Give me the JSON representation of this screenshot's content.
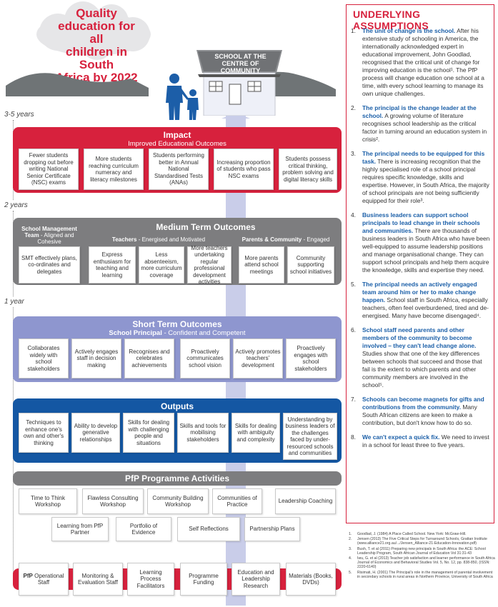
{
  "hero": {
    "title_lines": [
      "Quality",
      "education for all",
      "children in South",
      "Africa by 2022"
    ]
  },
  "school": {
    "label_lines": [
      "SCHOOL AT THE",
      "CENTRE OF COMMUNITY"
    ]
  },
  "timeline": [
    "3-5 years",
    "2 years",
    "1 year"
  ],
  "impact": {
    "title": "Impact",
    "subtitle": "Improved Educational Outcomes",
    "cards": [
      "Fewer students dropping out before writing National Senior Certificate (NSC) exams",
      "More students reaching curriculum numeracy and literacy milestones",
      "Students performing better in Annual National Standardised Tests (ANAs)",
      "Increasing proportion of students who pass NSC exams",
      "Students possess critical thinking, problem solving and digital literacy skills"
    ]
  },
  "medium": {
    "title": "Medium Term Outcomes",
    "smt_head": "School Management Team",
    "smt_sub": "- Aligned and Cohesive",
    "teachers_head": "Teachers",
    "teachers_sub": " - Energised and Motivated",
    "parents_head": "Parents & Community",
    "parents_sub": " - Engaged",
    "cards": [
      "SMT effectively plans, co-ordinates and delegates",
      "Express enthusiasm for teaching and learning",
      "Less absenteeism, more curriculum coverage",
      "More teachers undertaking regular professional development activities",
      "More parents attend school meetings",
      "Community supporting school initiatives"
    ]
  },
  "short": {
    "title": "Short Term Outcomes",
    "sub_head": "School Principal",
    "sub_rest": " - Confident and Competent",
    "cards": [
      "Collaborates widely with school stakeholders",
      "Actively engages staff in decision making",
      "Recognises and celebrates achievements",
      "Proactively communicates school vision",
      "Actively promotes teachers' development",
      "Proactively engages with school stakeholders"
    ]
  },
  "outputs": {
    "title": "Outputs",
    "cards": [
      "Techniques to enhance one's own and other's thinking",
      "Ability to develop generative relationships",
      "Skills for dealing with challenging people and situations",
      "Skills and tools for mobilising stakeholders",
      "Skills for dealing with ambiguity and complexity",
      "Understanding by business leaders of the challenges faced by under-resourced schools and communities"
    ]
  },
  "activities": {
    "title": "PfP Programme Activities",
    "row1": [
      "Time to Think Workshop",
      "Flawless Consulting Workshop",
      "Community Building Workshop",
      "Communities of Practice",
      "Leadership Coaching"
    ],
    "row2": [
      "Learning from PfP Partner",
      "Portfolio of Evidence",
      "Self Reflections",
      "Partnership Plans"
    ]
  },
  "inputs": {
    "first_bold": "PfP",
    "first_rest": " Operational Staff",
    "cards": [
      "Monitoring & Evaluation Staff",
      "Learning Process Facilitators",
      "Programme Funding",
      "Education and Leadership Research",
      "Materials (Books, DVDs)"
    ]
  },
  "assumptions": {
    "title": "UNDERLYING ASSUMPTIONS",
    "items": [
      {
        "num": "1.",
        "head": "The unit of change is the school.",
        "body": " After his extensive study of schooling in America, the internationally acknowledged expert in educational improvement, John Goodlad, recognised that the critical unit of change for improving education is the school¹. The PfP process will change education one school at a time, with every school learning to manage its own unique challenges."
      },
      {
        "num": "2.",
        "head": "The principal is the change leader at the school.",
        "body": " A growing volume of literature recognises school leadership as the critical factor in turning around an education system in crisis²."
      },
      {
        "num": "3.",
        "head": "The principal needs to be equipped for this task.",
        "body": " There is increasing recognition that the highly specialised role of a school principal requires specific knowledge, skills and expertise. However, in South Africa, the majority of school principals are not being sufficiently equipped for their role³."
      },
      {
        "num": "4.",
        "head": "Business leaders can support school principals to lead change in their schools and communities.",
        "body": " There are thousands of business leaders in South Africa who have been well-equipped to assume leadership positions and manage organisational change. They can support school principals and help them acquire the knowledge, skills and expertise they need."
      },
      {
        "num": "5.",
        "head": "The principal needs an actively engaged team around him or her to make change happen.",
        "body": " School staff in South Africa, especially teachers, often feel overburdened, tired and de-energised. Many have become disengaged⁴."
      },
      {
        "num": "6.",
        "head": "School staff need parents and other members of the community to become involved – they can't lead change alone.",
        "body": " Studies show that one of the key differences between schools that succeed and those that fail is the extent to which parents and other community members are involved in the school⁵."
      },
      {
        "num": "7.",
        "head": "Schools can become magnets for gifts and contributions from the community.",
        "body": " Many South African citizens are keen to make a contribution, but don't know how to do so."
      },
      {
        "num": "8.",
        "head": "We can't expect a quick fix.",
        "body": " We need to invest in a school for least three to five years."
      }
    ]
  },
  "references": [
    {
      "num": "1.",
      "text": "Goodlad, J. (1984) A Place Called School. New York: McGraw-Hill."
    },
    {
      "num": "2.",
      "text": "Jensen (2013) The Five Critical Steps for Turnaround Schools, Grattan Institute (www.alliance21.org.au/.../Jensen_Alliance-21-Education-Innovation.pdf)"
    },
    {
      "num": "3.",
      "text": "Bush, T. et al (2011) Preparing new principals in South Africa: the ACE: School Leadership Program, South African Journal of Education Vol 31:31-43"
    },
    {
      "num": "4.",
      "text": "Iwu, G. et al (2013) Teacher job satisfaction and learner performance in South Africa Journal of Economics and Behavioral Studies Vol. 5, No. 12, pp. 838-850, (ISSN: 2220-6140)"
    },
    {
      "num": "5.",
      "text": "Risimati, H. (2001) The Principal's role in the management of parental involvement in secondary schools in rural areas in Northern Province, University of South Africa"
    }
  ],
  "colors": {
    "red": "#d7213d",
    "grey": "#7d7d7f",
    "lavender": "#8e96cf",
    "blue": "#1457a3",
    "arrow": "#c9cde9",
    "heading_blue": "#1b5fa8"
  }
}
